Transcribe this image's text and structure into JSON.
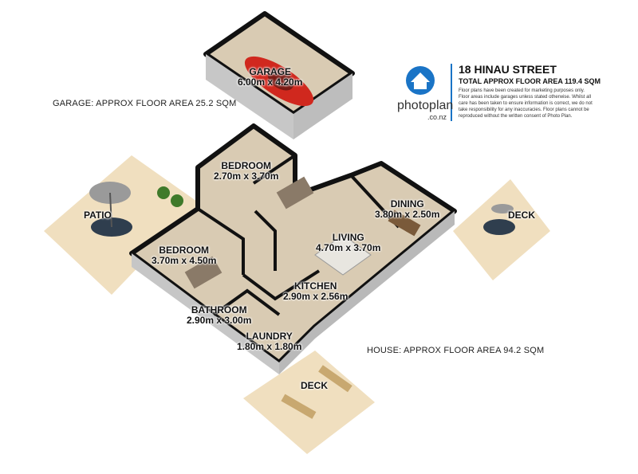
{
  "brand": {
    "name": "photoplan",
    "suffix": ".co.nz",
    "accent_color": "#1a74c6",
    "icon": "house-logo-icon"
  },
  "header": {
    "title": "18 HINAU STREET",
    "subtitle": "TOTAL APPROX FLOOR AREA 119.4 SQM",
    "disclaimer": "Floor plans have been created for marketing purposes only. Floor areas include garages unless stated otherwise. Whilst all care has been taken to ensure information is correct, we do not take responsibility for any inaccuracies. Floor plans cannot be reproduced without the written consent of Photo Plan."
  },
  "areas": {
    "garage": "GARAGE: APPROX FLOOR AREA 25.2 SQM",
    "house": "HOUSE: APPROX FLOOR AREA 94.2 SQM"
  },
  "rooms": {
    "garage": {
      "name": "GARAGE",
      "dims": "6.00m x 4.20m"
    },
    "bedroom1": {
      "name": "BEDROOM",
      "dims": "2.70m x 3.70m"
    },
    "bedroom2": {
      "name": "BEDROOM",
      "dims": "3.70m x 4.50m"
    },
    "dining": {
      "name": "DINING",
      "dims": "3.80m x 2.50m"
    },
    "living": {
      "name": "LIVING",
      "dims": "4.70m x 3.70m"
    },
    "kitchen": {
      "name": "KITCHEN",
      "dims": "2.90m x 2.56m"
    },
    "bathroom": {
      "name": "BATHROOM",
      "dims": "2.90m x 3.00m"
    },
    "laundry": {
      "name": "LAUNDRY",
      "dims": "1.80m x 1.80m"
    }
  },
  "outdoor": {
    "patio": "PATIO",
    "deck_east": "DECK",
    "deck_south": "DECK"
  },
  "colors": {
    "wall": "#111111",
    "floor": "#d9cbb3",
    "deck": "#f0dfbf",
    "car": "#d0281e"
  }
}
